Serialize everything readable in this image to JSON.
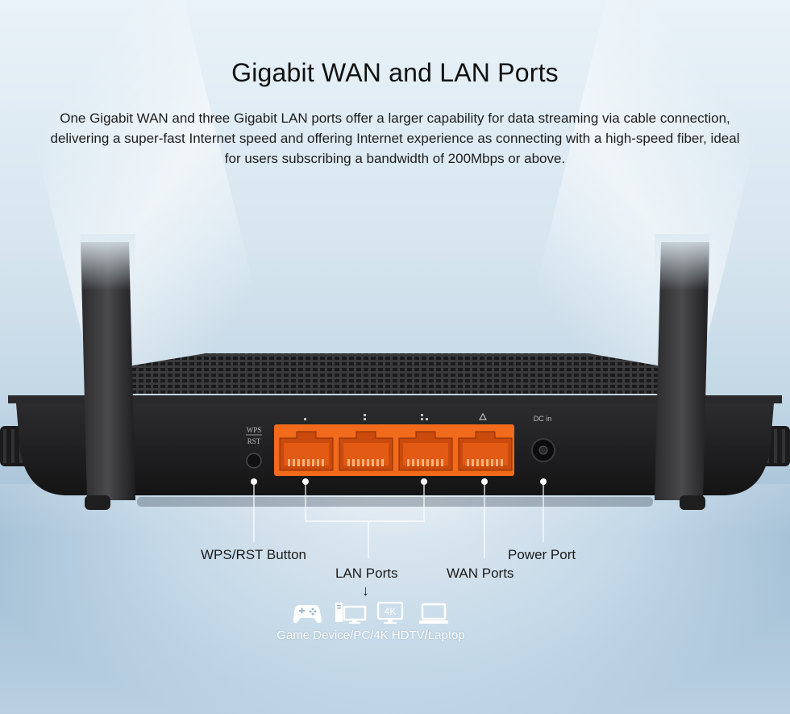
{
  "heading": {
    "title": "Gigabit WAN and LAN Ports",
    "description": "One Gigabit WAN and three Gigabit LAN ports offer a larger capability for data streaming via cable connection, delivering a super-fast Internet speed and offering Internet experience as connecting with a high-speed fiber, ideal for users subscribing a bandwidth of 200Mbps or above."
  },
  "panel": {
    "wps_label_top": "WPS",
    "wps_label_bottom": "RST",
    "dc_label": "DC in"
  },
  "callouts": {
    "wps": "WPS/RST Button",
    "lan": "LAN Ports",
    "wan": "WAN Ports",
    "power": "Power Port",
    "arrow": "↓"
  },
  "devices": {
    "icons": [
      "gamepad-icon",
      "pc-icon",
      "4k-tv-icon",
      "laptop-icon"
    ],
    "tv_badge": "4K",
    "caption": "Game Device/PC/4K HDTV/Laptop"
  },
  "colors": {
    "port_orange": "#f26a1b",
    "router_body": "#1c1c1e"
  }
}
